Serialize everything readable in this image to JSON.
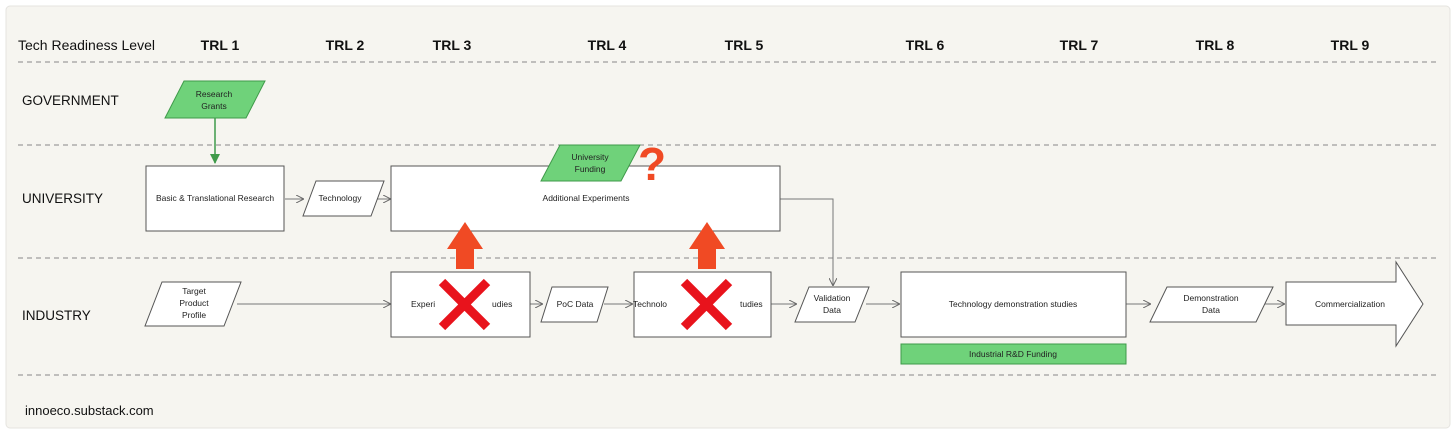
{
  "header": {
    "label": "Tech Readiness Level",
    "levels": [
      "TRL 1",
      "TRL 2",
      "TRL 3",
      "TRL 4",
      "TRL 5",
      "TRL 6",
      "TRL 7",
      "TRL 8",
      "TRL 9"
    ]
  },
  "rows": {
    "government": "GOVERNMENT",
    "university": "UNIVERSITY",
    "industry": "INDUSTRY"
  },
  "nodes": {
    "research_grants": [
      "Research",
      "Grants"
    ],
    "basic_research": "Basic & Translational Research",
    "technology": "Technology",
    "additional_experiments": "Additional Experiments",
    "university_funding": [
      "University",
      "Funding"
    ],
    "target_product_profile": [
      "Target",
      "Product",
      "Profile"
    ],
    "experiments_studies_left": "Experi",
    "experiments_studies_right": "udies",
    "poc_data": "PoC Data",
    "technology_studies_left": "Technolo",
    "technology_studies_right": "tudies",
    "validation_data": [
      "Validation",
      "Data"
    ],
    "tech_demo_studies": "Technology demonstration studies",
    "industrial_funding": "Industrial R&D Funding",
    "demonstration_data": [
      "Demonstration",
      "Data"
    ],
    "commercialization": "Commercialization"
  },
  "marks": {
    "question": "?"
  },
  "footer": "innoeco.substack.com",
  "colors": {
    "background": "#f6f5f0",
    "green_fill": "#6fd27a",
    "green_stroke": "#3f9a4a",
    "red_cross": "#e8131c",
    "red_arrow": "#f04a24",
    "question_mark": "#f04a24",
    "divider": "#888888"
  }
}
